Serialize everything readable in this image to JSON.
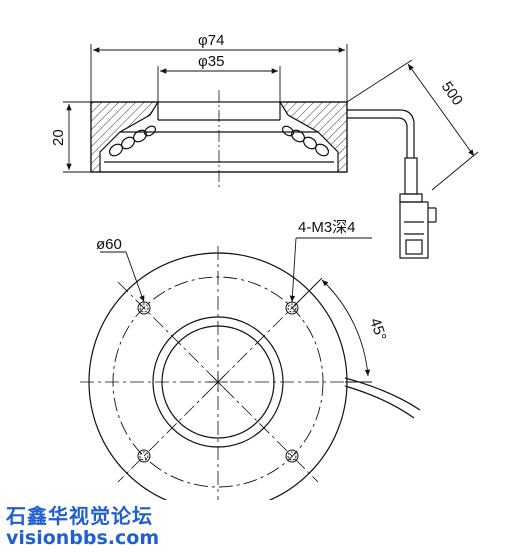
{
  "labels": {
    "outer_diameter": "φ74",
    "inner_diameter": "φ35",
    "height": "20",
    "cable_length": "500",
    "hole_circle": "ø60",
    "holes": "4-M3深4",
    "angle": "45°"
  },
  "watermark": {
    "line1": "石鑫华视觉论坛",
    "line2": "visionbbs.com"
  },
  "colors": {
    "line": "#111111",
    "watermark": "#1f5fd0"
  }
}
